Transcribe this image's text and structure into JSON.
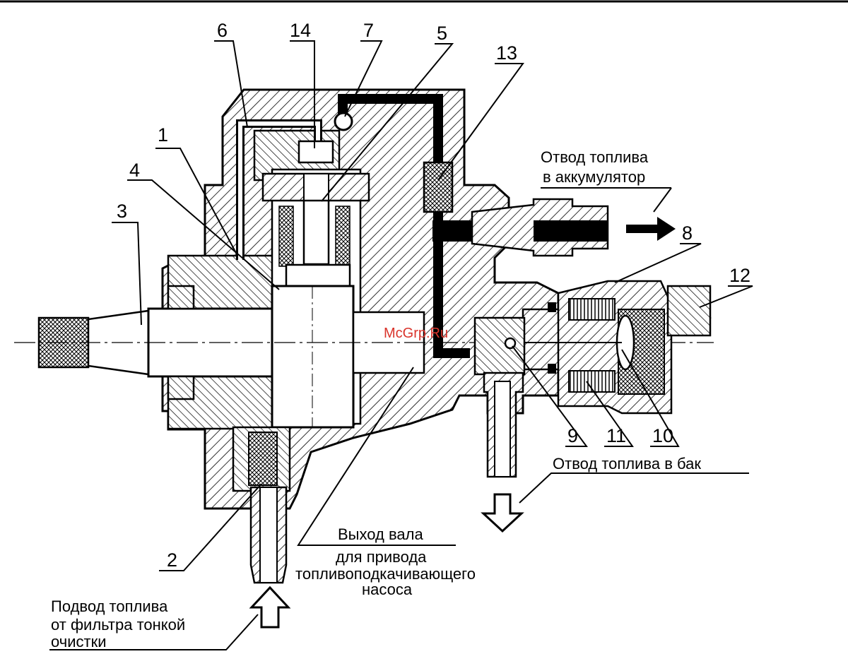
{
  "diagram": {
    "watermark": "McGrp.Ru",
    "part_numbers": {
      "p1": "1",
      "p2": "2",
      "p3": "3",
      "p4": "4",
      "p5": "5",
      "p6": "6",
      "p7": "7",
      "p8": "8",
      "p9": "9",
      "p10": "10",
      "p11": "11",
      "p12": "12",
      "p13": "13",
      "p14": "14"
    },
    "annotations": {
      "accumulator_line1": "Отвод топлива",
      "accumulator_line2": "в аккумулятор",
      "tank": "Отвод топлива в бак",
      "shaft_line1": "Выход вала",
      "shaft_line2": "для привода",
      "shaft_line3": "топливоподкачивающего",
      "shaft_line4": "насоса",
      "supply_line1": "Подвод топлива",
      "supply_line2": "от фильтра тонкой",
      "supply_line3": "очистки"
    },
    "colors": {
      "ink": "#000000",
      "watermark": "#d9342b",
      "background": "#ffffff"
    }
  }
}
